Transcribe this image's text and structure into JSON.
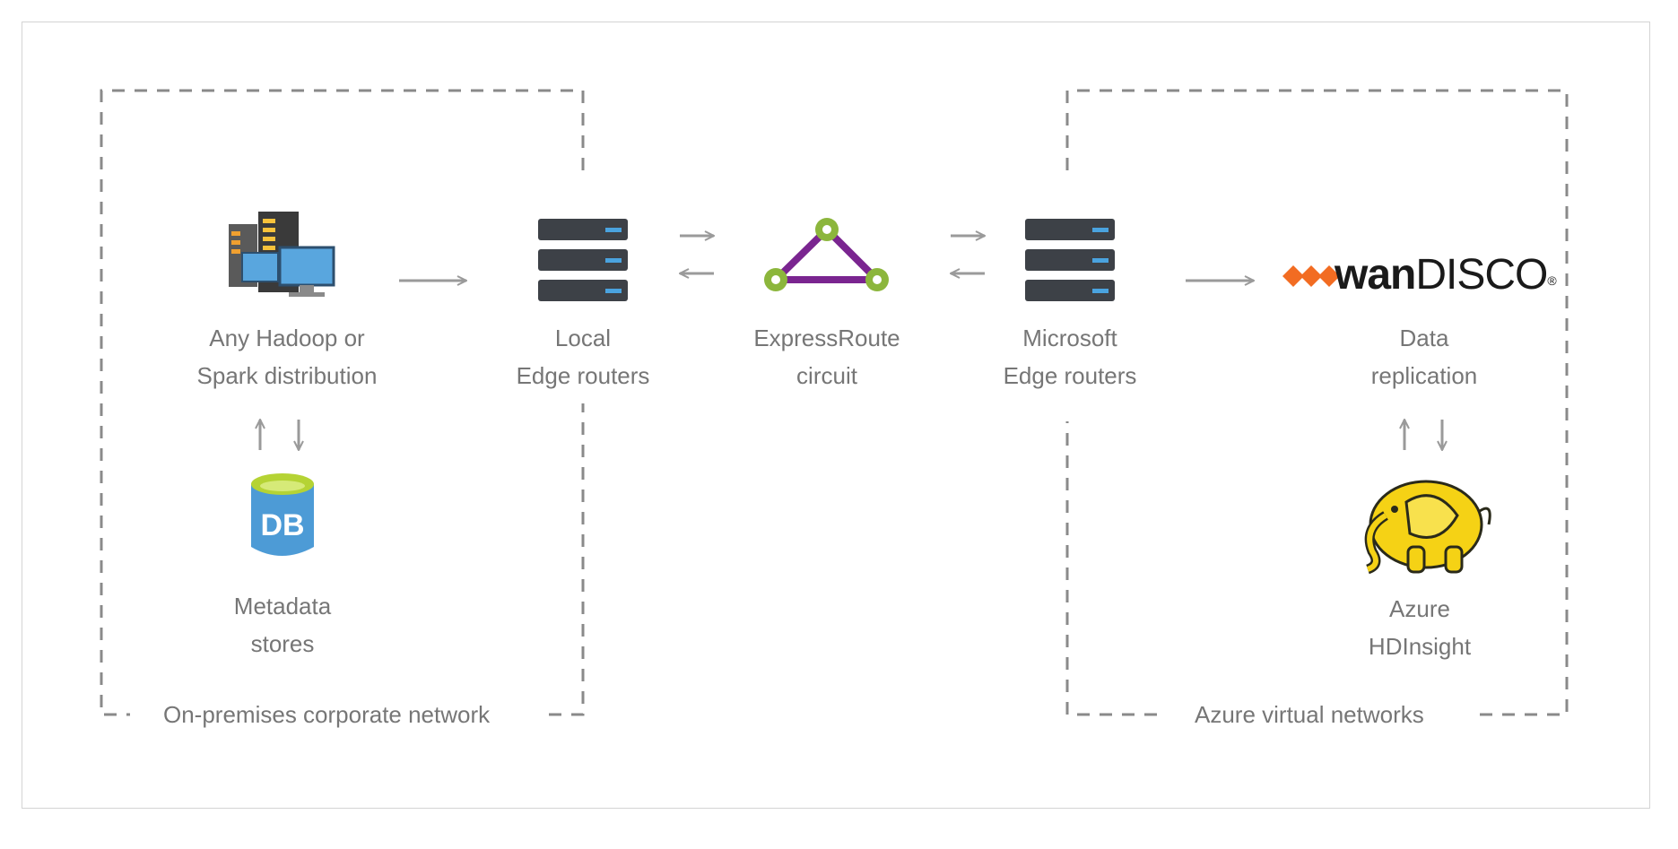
{
  "nodes": {
    "hadoop": {
      "line1": "Any Hadoop or",
      "line2": "Spark distribution"
    },
    "local_edge": {
      "line1": "Local",
      "line2": "Edge routers"
    },
    "expressroute": {
      "line1": "ExpressRoute",
      "line2": "circuit"
    },
    "ms_edge": {
      "line1": "Microsoft",
      "line2": "Edge routers"
    },
    "data_replication": {
      "line1": "Data",
      "line2": "replication"
    },
    "metadata": {
      "line1": "Metadata",
      "line2": "stores",
      "icon_text": "DB"
    },
    "hdinsight": {
      "line1": "Azure",
      "line2": "HDInsight"
    }
  },
  "groups": {
    "onprem": "On-premises corporate network",
    "azure": "Azure virtual networks"
  },
  "logo": {
    "bold": "wan",
    "regular": "DISCO",
    "mark": "®"
  },
  "icons": {
    "servers": "servers-monitor-icon",
    "router": "router-stack-icon",
    "circuit": "expressroute-triangle-icon",
    "database": "database-icon",
    "elephant": "hadoop-elephant-icon"
  },
  "colors": {
    "text": "#767676",
    "border": "#d4d4d4",
    "dash": "#8a8a8a",
    "arrow": "#9a9a9a",
    "router_body": "#3d4147",
    "router_led": "#4aa3df",
    "circuit_edge": "#7a2590",
    "circuit_node": "#8cb63c",
    "db_body": "#4d9bd6",
    "db_top": "#b5d334",
    "elephant": "#f5d215",
    "logo_orange": "#f26c22"
  }
}
